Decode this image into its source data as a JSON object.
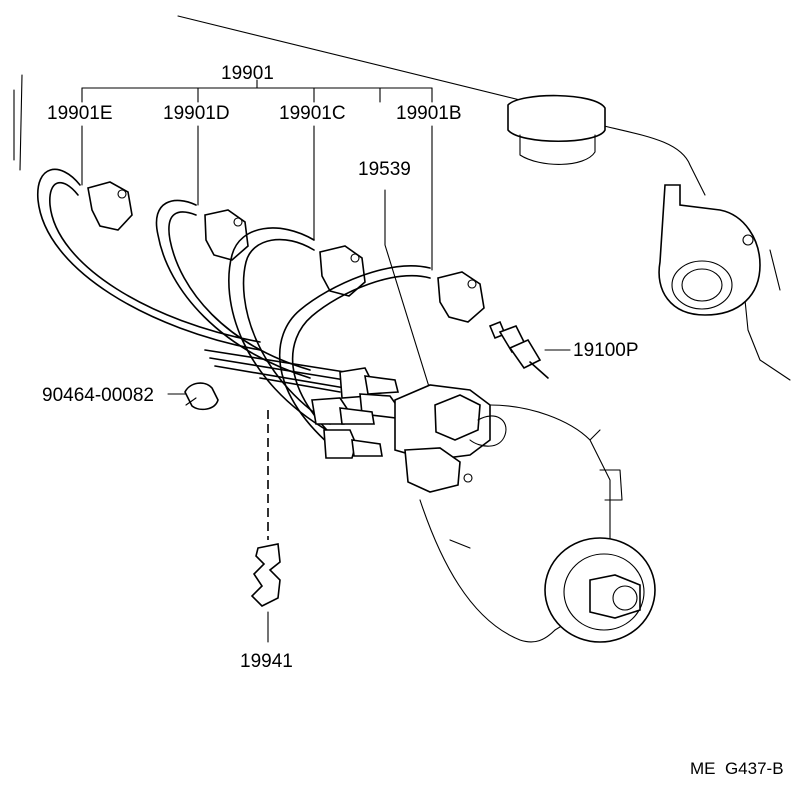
{
  "parts": {
    "cord_set": "19901",
    "cord_e": "19901E",
    "cord_d": "19901D",
    "cord_c": "19901C",
    "cord_b": "19901B",
    "coil": "19539",
    "spark_plug": "19100P",
    "clamp": "90464-00082",
    "holder": "19941"
  },
  "footer": {
    "ref_code": "ME  G437-B"
  }
}
